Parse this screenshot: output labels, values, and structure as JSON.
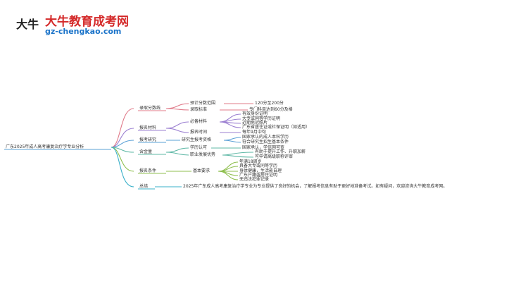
{
  "logo": {
    "glyph": "大牛",
    "title": "大牛教育成考网",
    "url": "gz-chengkao.com"
  },
  "root": "广东2025年成人高考康复治疗学专业分析",
  "branches": [
    {
      "label": "录取分数线",
      "children": [
        {
          "label": "预计分数范围",
          "children": [
            "120分至200分"
          ]
        },
        {
          "label": "录取标准",
          "children": [
            "专门科目达到60分及格"
          ]
        }
      ]
    },
    {
      "label": "报名材料",
      "children": [
        {
          "label": "必备材料",
          "children": [
            "有效身份证明",
            "大专或同等学历证明",
            "近期免冠照片",
            "广东省居住证或社保证明（如适用）"
          ]
        },
        {
          "label": "报名时间",
          "children": [
            "每年9月中旬"
          ]
        }
      ]
    },
    {
      "label": "报考研究",
      "children": [
        {
          "label": "研究生报考资格",
          "children": [
            "国家承认的成人本科学历",
            "符合研究生招生基本条件"
          ]
        }
      ]
    },
    {
      "label": "含金量",
      "children": [
        {
          "label": "学历认可",
          "children": [
            "国家承认，学信网可查"
          ]
        },
        {
          "label": "职业发展优势",
          "children": [
            "有助于提升工作、升职加薪",
            "可申请高级职称评审"
          ]
        }
      ]
    },
    {
      "label": "报名条件",
      "children": [
        {
          "label": "基本要求",
          "children": [
            "年满18周岁",
            "具备大专或同等学历",
            "身体健康，生活能自理",
            "广东户籍或居住证明",
            "无违法犯罪记录"
          ]
        }
      ]
    },
    {
      "label": "总结",
      "children": [
        "2025年广东成人高考康复治疗学专业为专业提供了良好的机会，了解报考信息有助于更好地准备考试。如有疑问，欢迎咨询大牛教育成考网。"
      ]
    }
  ],
  "colors": {
    "branch1": "#e07b8a",
    "branch2": "#9b7fd1",
    "branch3": "#5aa0d6",
    "branch4": "#5fb8a6",
    "branch5": "#8fbf4f",
    "branch6": "#3ab0c9",
    "logoRed": "#d42a2a",
    "logoBlue": "#1a73c9"
  }
}
